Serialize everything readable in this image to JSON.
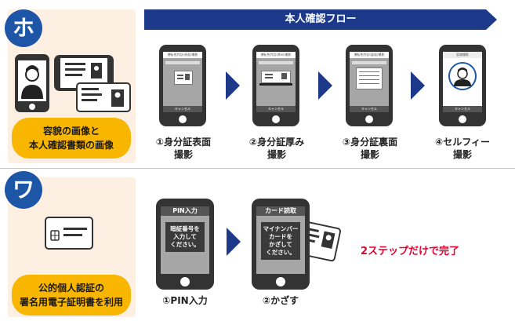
{
  "banner": {
    "title": "本人確認フロー"
  },
  "ho": {
    "badge": "ホ",
    "pill_line1": "容貌の画像と",
    "pill_line2": "本人確認書類の画像",
    "steps": [
      {
        "line1": "①身分証表面",
        "line2": "撮影",
        "screen_title": "運転免許証(表面)撮影",
        "btn": "キャンセル"
      },
      {
        "line1": "②身分証厚み",
        "line2": "撮影",
        "screen_title": "運転免許証(厚み)撮影",
        "btn": "キャンセル"
      },
      {
        "line1": "③身分証裏面",
        "line2": "撮影",
        "screen_title": "運転免許証(裏面)撮影",
        "btn": "キャンセル"
      },
      {
        "line1": "④セルフィー",
        "line2": "撮影",
        "screen_title": "容貌撮影",
        "btn": "キャンセル"
      }
    ]
  },
  "wa": {
    "badge": "ワ",
    "pill_line1": "公的個人認証の",
    "pill_line2": "署名用電子証明書を利用",
    "steps": [
      {
        "label": "①PIN入力",
        "screen_title": "PIN入力",
        "msg_line1": "暗証番号を",
        "msg_line2": "入力して",
        "msg_line3": "ください。"
      },
      {
        "label": "②かざす",
        "screen_title": "カード読取",
        "msg_line1": "マイナンバー",
        "msg_line2": "カードを",
        "msg_line3": "かざして",
        "msg_line4": "ください。"
      }
    ],
    "done_text": "2ステップだけで完了"
  },
  "colors": {
    "navy": "#1d3a8a",
    "badge_blue": "#1d56a6",
    "pill_yellow": "#f8b600",
    "panel_bg": "#fdf0e3",
    "accent_red": "#e6002d"
  }
}
